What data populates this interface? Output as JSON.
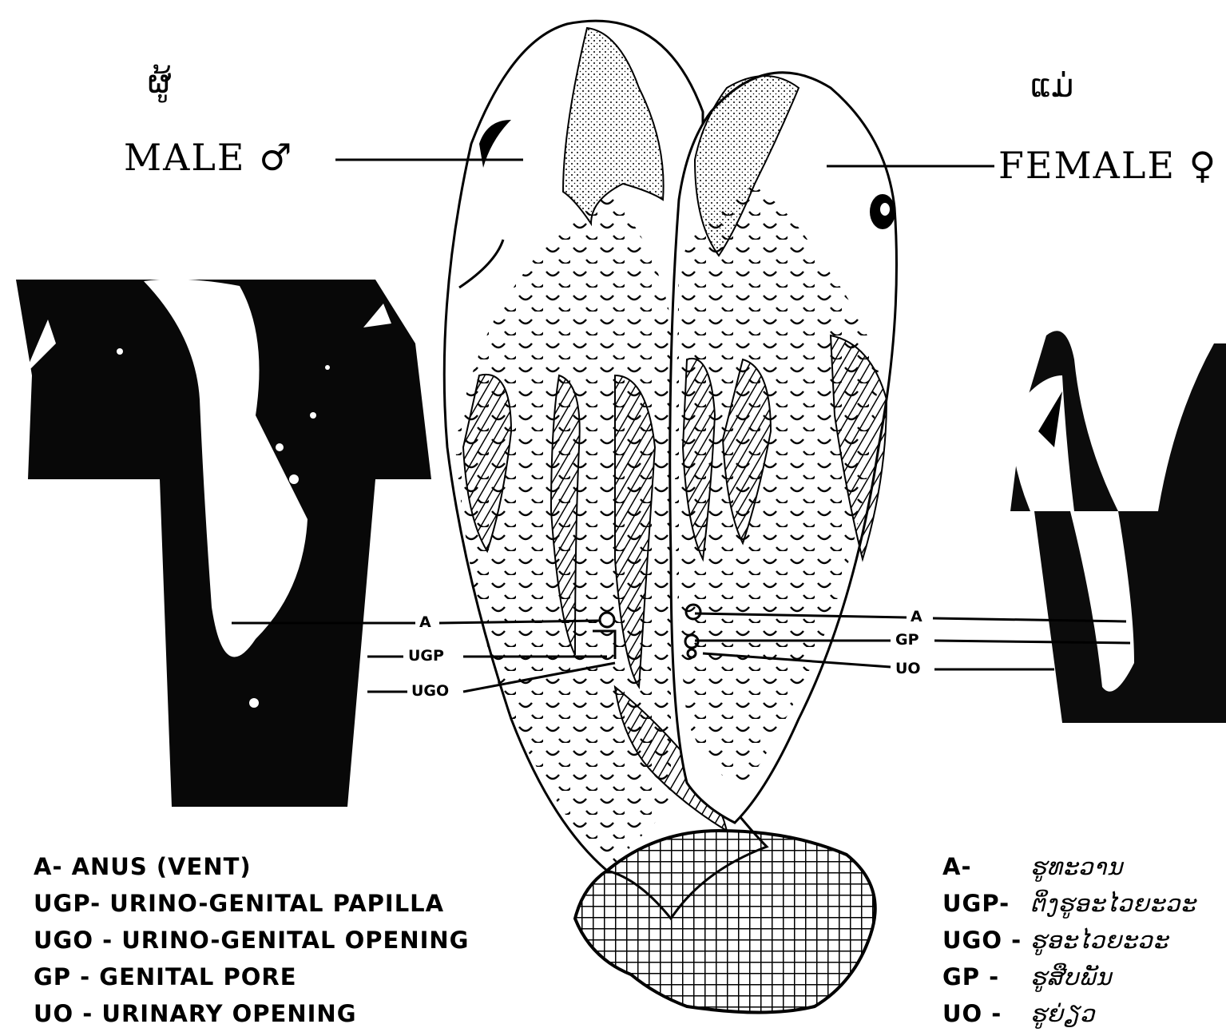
{
  "male": {
    "lao_label": "ຜູ້",
    "label": "MALE",
    "symbol": "♂"
  },
  "female": {
    "lao_label": "ແມ່",
    "label": "FEMALE",
    "symbol": "♀"
  },
  "male_points": [
    "A",
    "UGP",
    "UGO"
  ],
  "female_points": [
    "A",
    "GP",
    "UO"
  ],
  "legend_english": [
    "A- ANUS (VENT)",
    "UGP- URINO-GENITAL PAPILLA",
    "UGO - URINO-GENITAL OPENING",
    "GP - GENITAL PORE",
    "UO - URINARY OPENING"
  ],
  "legend_lao": [
    {
      "abbr": "A-",
      "text": "ຮູທະວານ"
    },
    {
      "abbr": "UGP-",
      "text": "ຕິ່ງຮູອະໄວຍະວະ"
    },
    {
      "abbr": "UGO -",
      "text": "ຮູອະໄວຍະວະ"
    },
    {
      "abbr": "GP -",
      "text": "ຮູສືບພັນ"
    },
    {
      "abbr": "UO -",
      "text": "ຮູຍ່ຽວ"
    }
  ]
}
